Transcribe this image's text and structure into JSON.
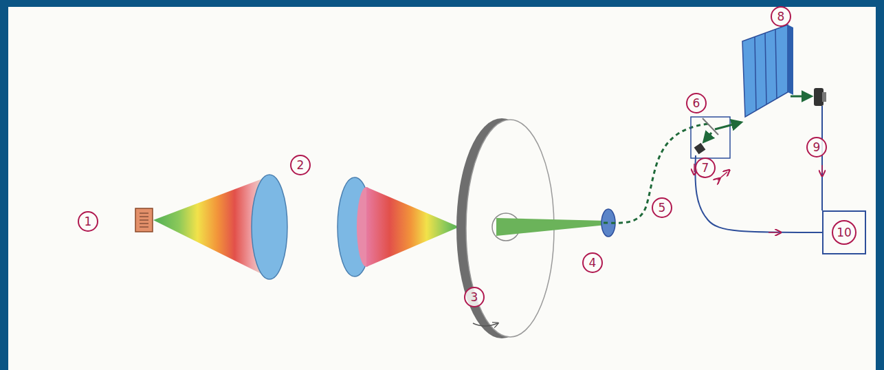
{
  "diagram": {
    "nodes": [
      {
        "text": [
          "10"
        ]
      }
    ],
    "labels": [
      "1",
      "2",
      "3",
      "4",
      "5",
      "6",
      "7",
      "8",
      "9"
    ]
  }
}
